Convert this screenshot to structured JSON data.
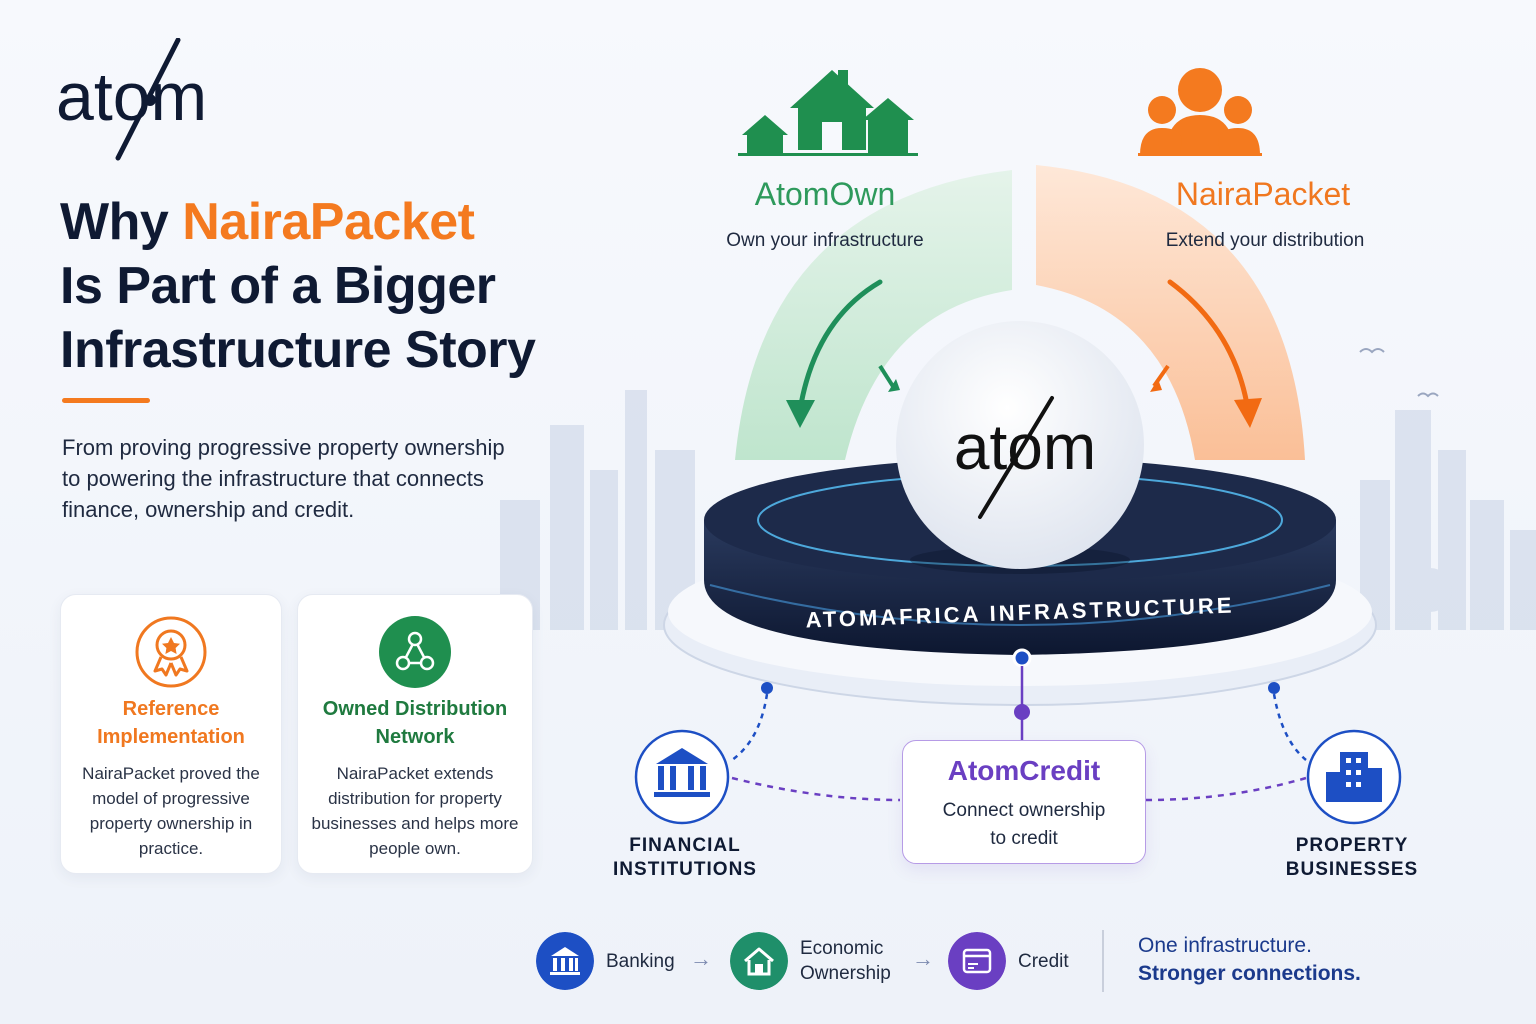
{
  "brand": {
    "logo_text": "atom"
  },
  "headline": {
    "prefix": "Why ",
    "accent": "NairaPacket",
    "line2": "Is Part of a Bigger",
    "line3": "Infrastructure Story"
  },
  "intro": "From proving progressive property ownership to powering the infrastructure that connects finance, ownership and credit.",
  "cards": [
    {
      "title": "Reference Implementation",
      "body": "NairaPacket proved the model of progressive property ownership in practice.",
      "icon": "award-ribbon-icon"
    },
    {
      "title": "Owned Distribution Network",
      "body": "NairaPacket extends distribution for property businesses and helps more people own.",
      "icon": "network-nodes-icon"
    }
  ],
  "diagram": {
    "atom_own": {
      "title": "AtomOwn",
      "subtitle": "Own your infrastructure"
    },
    "naira_packet": {
      "title": "NairaPacket",
      "subtitle": "Extend your distribution"
    },
    "center_logo": "atom",
    "platform_label": "ATOMAFRICA INFRASTRUCTURE",
    "financial_institutions": {
      "line1": "FINANCIAL",
      "line2": "INSTITUTIONS"
    },
    "property_businesses": {
      "line1": "PROPERTY",
      "line2": "BUSINESSES"
    },
    "atom_credit": {
      "title": "AtomCredit",
      "subtitle_line1": "Connect ownership",
      "subtitle_line2": "to credit"
    }
  },
  "flow": [
    {
      "label": "Banking",
      "icon": "bank-icon",
      "color": "#1d4fc4"
    },
    {
      "label_line1": "Economic",
      "label_line2": "Ownership",
      "icon": "house-icon",
      "color": "#1f8f6a"
    },
    {
      "label": "Credit",
      "icon": "credit-card-icon",
      "color": "#6a3fc2"
    }
  ],
  "tagline": {
    "line1": "One infrastructure.",
    "line2": "Stronger connections."
  },
  "colors": {
    "orange": "#f47a1f",
    "green": "#2e9a5c",
    "purple": "#6a3fc2",
    "navy": "#0f1a33",
    "blue": "#1d4fc4"
  }
}
